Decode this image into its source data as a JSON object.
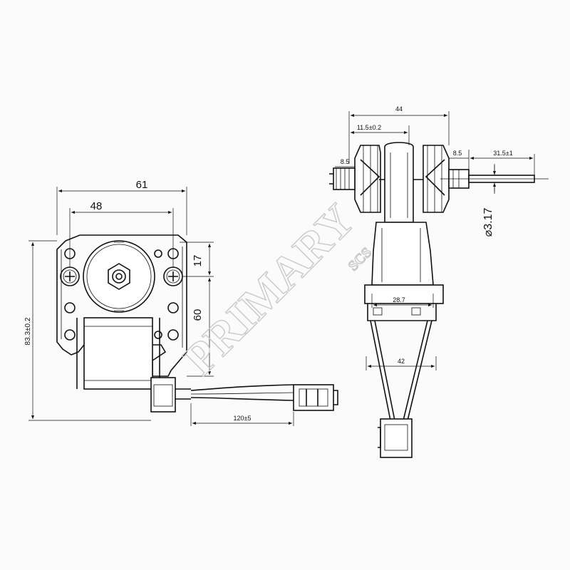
{
  "watermark": {
    "brand": "PRIMARY",
    "sub": "SCS"
  },
  "front_view": {
    "dim_overall_width": "61",
    "dim_hole_spacing": "48",
    "dim_height": "83.3±0.2",
    "dim_upper_hole": "17",
    "dim_mount_height": "60",
    "dim_lead_length": "120±5"
  },
  "side_view": {
    "dim_total_length": "44",
    "dim_shaft_offset": "11.5±0.2",
    "dim_left_boss": "8.5",
    "dim_right_boss": "8.5",
    "dim_shaft_length": "31.5±1",
    "dim_shaft_diameter": "⌀3.17",
    "dim_coil_width": "28.7",
    "dim_base_width": "42"
  }
}
